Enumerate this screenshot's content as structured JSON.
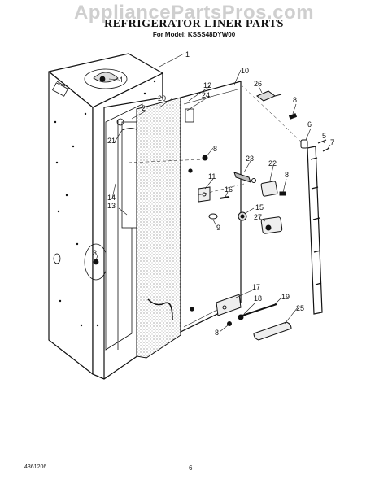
{
  "watermark": "AppliancePartsPros.com",
  "title": "REFRIGERATOR LINER PARTS",
  "subtitle": "For Model: KSSS48DYW00",
  "footer": {
    "doc_number": "4361206",
    "page_number": "6"
  },
  "callouts": {
    "c1": "1",
    "c2": "2",
    "c3": "3",
    "c4": "4",
    "c5": "5",
    "c6": "6",
    "c7": "7",
    "c8a": "8",
    "c8b": "8",
    "c8c": "8",
    "c8d": "8",
    "c9": "9",
    "c10": "10",
    "c11": "11",
    "c12": "12",
    "c13": "13",
    "c14": "14",
    "c15": "15",
    "c16": "16",
    "c17": "17",
    "c18": "18",
    "c19": "19",
    "c20": "20",
    "c21": "21",
    "c22": "22",
    "c23": "23",
    "c24": "24",
    "c25": "25",
    "c26": "26",
    "c27": "27"
  }
}
